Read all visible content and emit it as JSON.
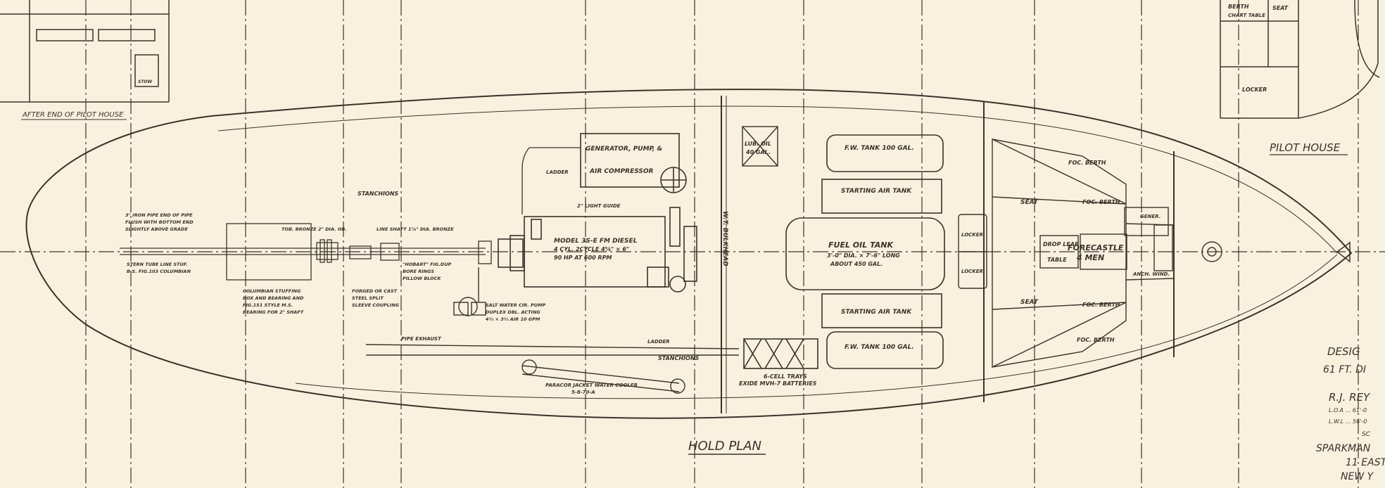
{
  "titles": {
    "hold_plan": "HOLD PLAN",
    "pilot_house": "PILOT HOUSE",
    "after_end": "AFTER END OF PILOT HOUSE"
  },
  "labels": {
    "generator": "GENERATOR, PUMP, &",
    "air_compressor": "AIR COMPRESSOR",
    "lub_oil_1": "LUB. OIL",
    "lub_oil_2": "40 GAL.",
    "fwd_tank": "F.W. TANK 100 GAL.",
    "aft_tank": "F.W. TANK 100 GAL.",
    "starting_air_1": "STARTING AIR TANK",
    "starting_air_2": "STARTING AIR TANK",
    "fuel_tank_1": "FUEL OIL TANK",
    "fuel_tank_2": "3'-0\" DIA. × 7'-6\" LONG",
    "fuel_tank_3": "ABOUT 450 GAL.",
    "diesel_1": "MODEL 3S-E FM DIESEL",
    "diesel_2": "4 CYL. 2CYCLE 4⅝\" × 6\"",
    "diesel_3": "90 HP AT 600 RPM",
    "forecastle_1": "FORECASTLE",
    "forecastle_2": "4 MEN",
    "locker_1": "LOCKER",
    "locker_2": "LOCKER",
    "seat_1": "SEAT",
    "seat_2": "SEAT",
    "berth_1": "FOC. BERTH",
    "berth_2": "FOC. BERTH",
    "berth_3": "FOC. BERTH",
    "berth_4": "FOC. BERTH",
    "drop_leaf": "DROP LEAF",
    "table": "TABLE",
    "anchor_windlass": "ANCH. WIND.",
    "stanchions_1": "STANCHIONS",
    "stanchions_2": "STANCHIONS",
    "ladder_1": "LADDER",
    "ladder_2": "LADDER",
    "pipe_text_1": "3\" IRON PIPE END OF PIPE",
    "pipe_text_2": "FLUSH WITH BOTTOM END",
    "pipe_text_3": "SLIGHTLY ABOVE GRADE",
    "tube_1": "STERN TUBE LINE STUF.",
    "tube_2": "B.S. FIG.103 COLUMBIAN",
    "stuffing_1": "COLUMBIAN STUFFING",
    "stuffing_2": "BOX AND BEARING AND",
    "stuffing_3": "FIG.151 STYLE M.S.",
    "stuffing_4": "BEARING FOR 2\" SHAFT",
    "shaft_1": "TOB. BRONZE 2\" DIA. OB.",
    "shaft_2": "LINE SHAFT 1⅞\" DIA. BRONZE",
    "coupling_1": "FORGED OR CAST",
    "coupling_2": "STEEL SPLIT",
    "coupling_3": "SLEEVE COUPLING",
    "pillow_1": "\"HOBART\" FIG.DUP",
    "pillow_2": "BORE RINGS",
    "pillow_3": "PILLOW BLOCK",
    "pump_1": "SALT WATER CIR. PUMP",
    "pump_2": "DUPLEX DBL. ACTING",
    "pump_3": "4½ × 3½ AIR 10 GPM",
    "cooler_1": "PARACOR JACKET WATER COOLER",
    "cooler_2": "5-8-70-A",
    "pipe_exhaust": "PIPE EXHAUST",
    "trays_1": "6-CELL TRAYS",
    "trays_2": "EXIDE MVH-7 BATTERIES",
    "bulkhead": "W.T. BULKHEAD",
    "light_guide": "2\" LIGHT GUIDE",
    "gene_small": "GENER.",
    "pilot_seat": "SEAT",
    "pilot_berth": "BERTH",
    "pilot_chart": "CHART TABLE",
    "pilot_locker": "LOCKER",
    "after_stow": "STOW"
  },
  "title_block": {
    "line1": "DESIG",
    "line2": "61 FT. DI",
    "line3": "R.J. REY",
    "line4": "L.O.A ... 61'-0",
    "line5": "L.W.L ... 56'-0",
    "line6": "SC",
    "line7": "SPARKMAN",
    "line8": "11 EAST",
    "line9": "NEW Y"
  }
}
